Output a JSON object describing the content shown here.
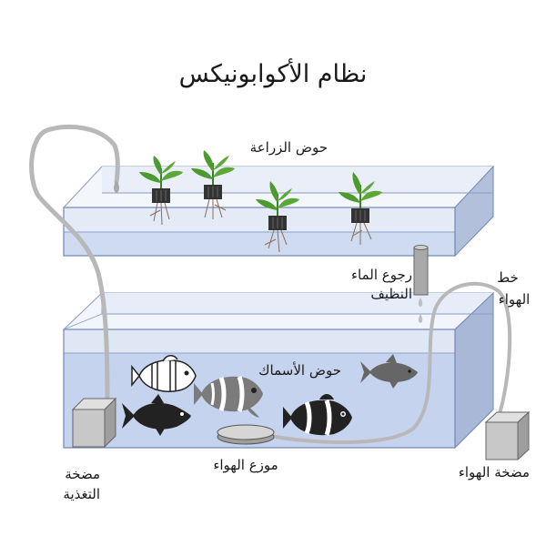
{
  "title": "نظام الأكوابونيكس",
  "labels": {
    "grow_bed": "حوض الزراعة",
    "clean_water_return": [
      "رجوع الماء",
      "النظيف"
    ],
    "air_line": [
      "خط",
      "الهواء"
    ],
    "fish_tank": "حوض الأسماك",
    "feed_pump": [
      "مضخة",
      "التغذية"
    ],
    "air_diffuser": "موزع الهواء",
    "air_pump": "مضخة الهواء"
  },
  "colors": {
    "tank_water": "#c5d3ee",
    "tank_edge": "#6f87b5",
    "pipe": "#b8b8b8",
    "pump": "#c8c8c8",
    "plant_leaf": "#4d9a2f",
    "pot": "#333333",
    "fish_dark": "#222222"
  }
}
